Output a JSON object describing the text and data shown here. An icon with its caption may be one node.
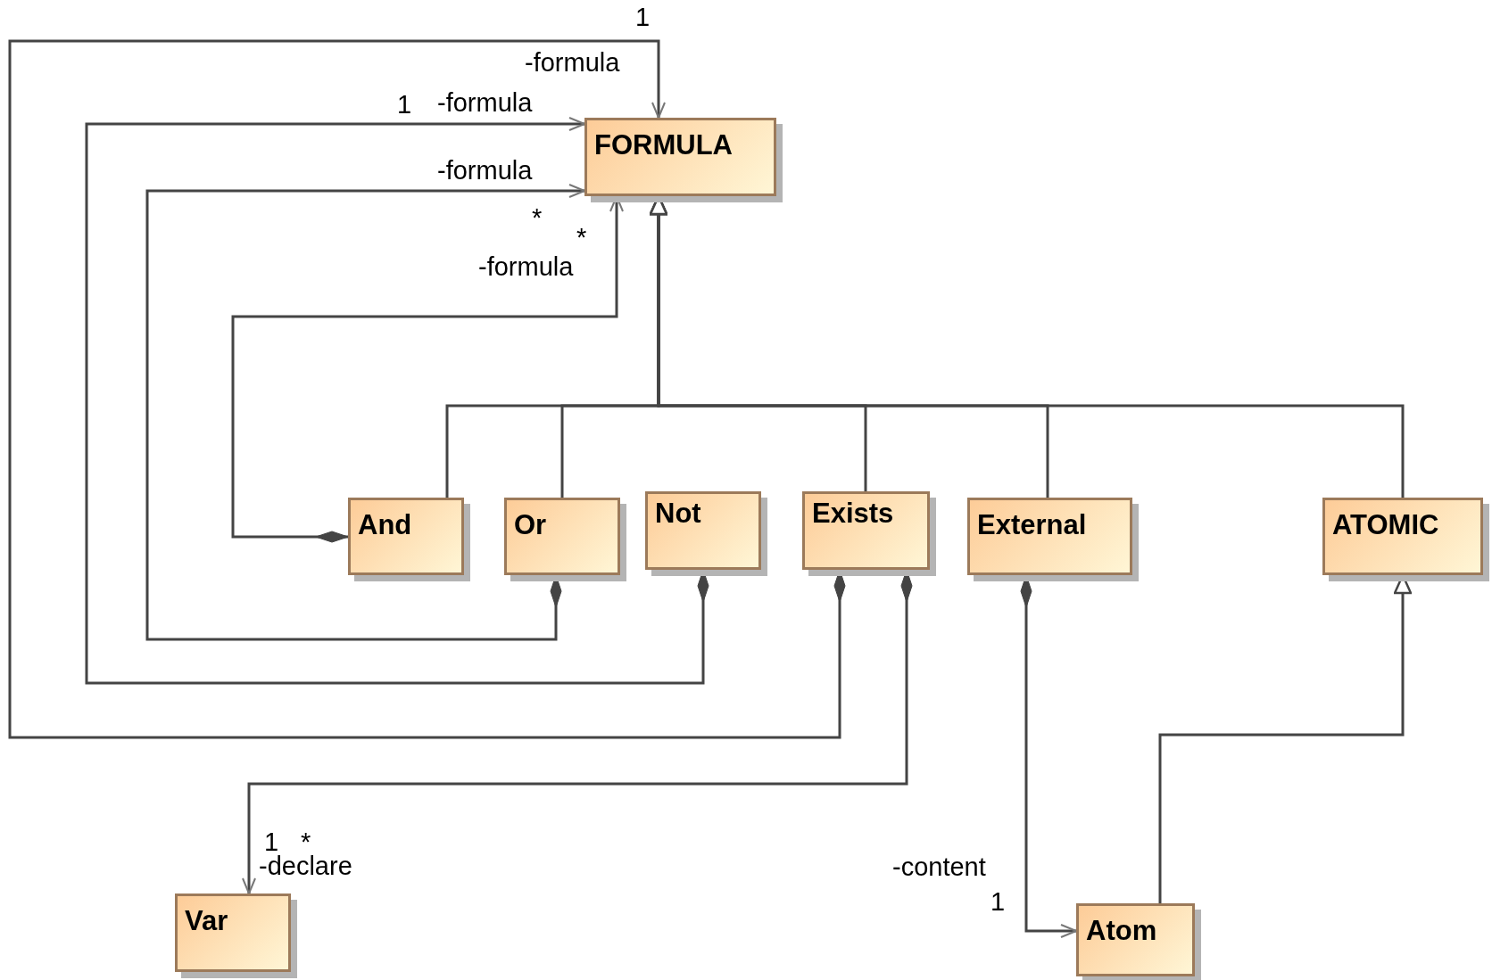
{
  "diagram": {
    "nodes": [
      {
        "text": [
          "FORMULA"
        ]
      },
      {
        "text": [
          "And"
        ]
      },
      {
        "text": [
          "Or"
        ]
      },
      {
        "text": [
          "Not"
        ]
      },
      {
        "text": [
          "Exists"
        ]
      },
      {
        "text": [
          "External"
        ]
      },
      {
        "text": [
          "ATOMIC"
        ]
      },
      {
        "text": [
          "Var"
        ]
      },
      {
        "text": [
          "Atom"
        ]
      }
    ],
    "edges": [
      {
        "from": 1,
        "to": 0,
        "arrow": "to"
      },
      {
        "from": 2,
        "to": 0,
        "arrow": "to"
      },
      {
        "from": 3,
        "to": 0,
        "arrow": "to"
      },
      {
        "from": 4,
        "to": 0,
        "arrow": "to"
      },
      {
        "from": 4,
        "to": 7,
        "arrow": "to"
      },
      {
        "from": 5,
        "to": 8,
        "arrow": "to"
      },
      {
        "from": 1,
        "to": 0,
        "arrow": "to"
      },
      {
        "from": 2,
        "to": 0,
        "arrow": "to"
      },
      {
        "from": 4,
        "to": 0,
        "arrow": "to"
      },
      {
        "from": 5,
        "to": 0,
        "arrow": "to"
      },
      {
        "from": 6,
        "to": 0,
        "arrow": "to"
      },
      {
        "from": 8,
        "to": 6,
        "arrow": "to"
      }
    ],
    "labels": [
      "1",
      "-formula",
      "1",
      "-formula",
      "-formula",
      "*",
      "*",
      "-formula",
      "1",
      "*",
      "-declare",
      "-content",
      "1"
    ]
  }
}
